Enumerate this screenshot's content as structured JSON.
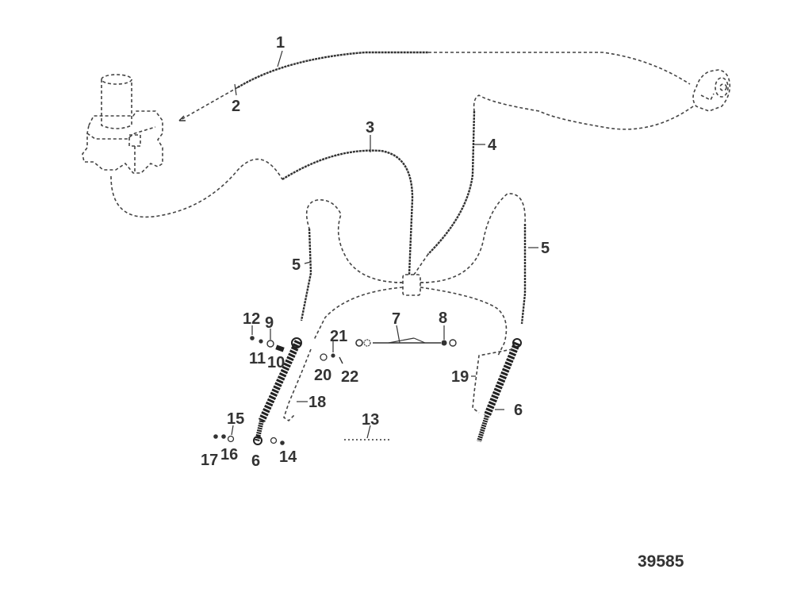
{
  "diagram": {
    "figure_number": "39585",
    "callouts": [
      {
        "id": "c1",
        "text": "1"
      },
      {
        "id": "c2",
        "text": "2"
      },
      {
        "id": "c3",
        "text": "3"
      },
      {
        "id": "c4",
        "text": "4"
      },
      {
        "id": "c5a",
        "text": "5"
      },
      {
        "id": "c5b",
        "text": "5"
      },
      {
        "id": "c6a",
        "text": "6"
      },
      {
        "id": "c6b",
        "text": "6"
      },
      {
        "id": "c7",
        "text": "7"
      },
      {
        "id": "c8",
        "text": "8"
      },
      {
        "id": "c9",
        "text": "9"
      },
      {
        "id": "c10",
        "text": "10"
      },
      {
        "id": "c11",
        "text": "11"
      },
      {
        "id": "c12",
        "text": "12"
      },
      {
        "id": "c13",
        "text": "13"
      },
      {
        "id": "c14",
        "text": "14"
      },
      {
        "id": "c15",
        "text": "15"
      },
      {
        "id": "c16",
        "text": "16"
      },
      {
        "id": "c17",
        "text": "17"
      },
      {
        "id": "c18",
        "text": "18"
      },
      {
        "id": "c19",
        "text": "19"
      },
      {
        "id": "c20",
        "text": "20"
      },
      {
        "id": "c21",
        "text": "21"
      },
      {
        "id": "c22",
        "text": "22"
      }
    ]
  }
}
